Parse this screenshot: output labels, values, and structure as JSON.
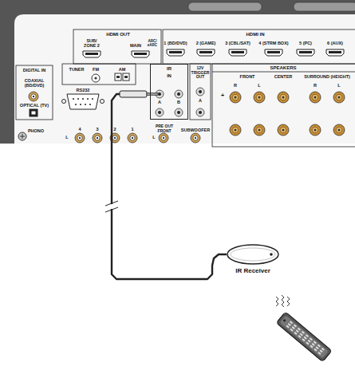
{
  "diagram": {
    "nodes": [
      {
        "text": [
          "IR"
        ]
      },
      {
        "text": [
          "IR Receiver"
        ]
      }
    ],
    "edges": [
      {
        "from": 1,
        "to": 0,
        "arrow": "none"
      }
    ],
    "labels": [
      "HDMI OUT",
      "SUB/ ZONE 2",
      "MAIN",
      "ARC/ eARC",
      "HDMI IN",
      "1 (BD/DVD)",
      "2 (GAME)",
      "3 (CBL/SAT)",
      "4 (STRM BOX)",
      "5 (PC)",
      "6 (AUX)",
      "DIGITAL IN",
      "COAXIAL (BD/DVD)",
      "OPTICAL (TV)",
      "TUNER",
      "FM",
      "AM",
      "RS232",
      "IN",
      "A",
      "B",
      "12V TRIGGER OUT",
      "A",
      "SPEAKERS",
      "FRONT",
      "R",
      "L",
      "CENTER",
      "SURROUND (HEIGHT)",
      "R",
      "L",
      "+",
      "PHONO",
      "L",
      "4",
      "3",
      "2",
      "1",
      "PRE OUT FRONT",
      "L",
      "SUBWOOFER"
    ]
  }
}
